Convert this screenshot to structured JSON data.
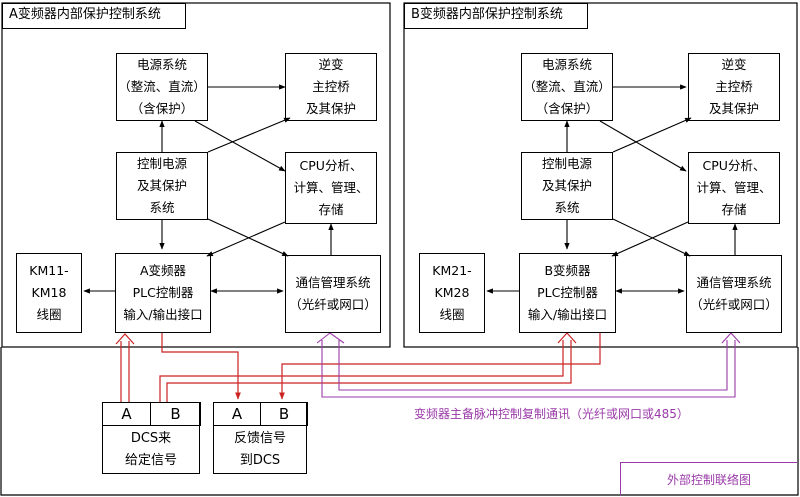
{
  "panel_a": {
    "title": "A变频器内部保护控制系统",
    "power": "电源系统\n（整流、直流）\n（含保护）",
    "inverter": "逆变\n主控桥\n及其保护",
    "ctrl_power": "控制电源\n及其保护\n系统",
    "cpu": "CPU分析、\n计算、管理、\n存储",
    "plc": "A变频器\nPLC控制器\n输入/输出接口",
    "comm": "通信管理系统\n（光纤或网口）",
    "km": "KM11-\nKM18\n线圈"
  },
  "panel_b": {
    "title": "B变频器内部保护控制系统",
    "power": "电源系统\n（整流、直流）\n（含保护）",
    "inverter": "逆变\n主控桥\n及其保护",
    "ctrl_power": "控制电源\n及其保护\n系统",
    "cpu": "CPU分析、\n计算、管理、\n存储",
    "plc": "B变频器\nPLC控制器\n输入/输出接口",
    "comm": "通信管理系统\n（光纤或网口）",
    "km": "KM21-\nKM28\n线圈"
  },
  "signals": {
    "dcs_in": {
      "a": "A",
      "b": "B",
      "label": "DCS来\n给定信号"
    },
    "feedback": {
      "a": "A",
      "b": "B",
      "label": "反馈信号\n到DCS"
    }
  },
  "comm_label": "变频器主备脉冲控制复制通讯（光纤或网口或485）",
  "external_label": "外部控制联络图",
  "colors": {
    "red": "#cc2222",
    "purple": "#9a3aa8",
    "black": "#000000"
  }
}
